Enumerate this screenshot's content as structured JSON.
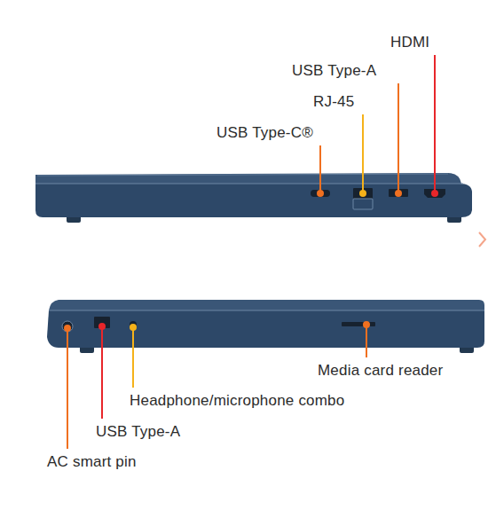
{
  "diagram": {
    "labels": [
      "HDMI",
      "USB Type-A",
      "RJ-45",
      "USB Type-C®",
      "Media card reader",
      "Headphone/microphone combo",
      "USB Type-A",
      "AC smart pin"
    ]
  }
}
